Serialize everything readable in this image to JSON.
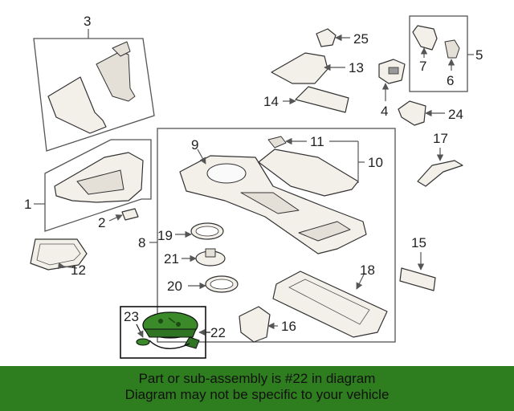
{
  "callouts": {
    "c1": "1",
    "c2": "2",
    "c3": "3",
    "c4": "4",
    "c5": "5",
    "c6": "6",
    "c7": "7",
    "c8": "8",
    "c9": "9",
    "c10": "10",
    "c11": "11",
    "c12": "12",
    "c13": "13",
    "c14": "14",
    "c15": "15",
    "c16": "16",
    "c17": "17",
    "c18": "18",
    "c19": "19",
    "c20": "20",
    "c21": "21",
    "c22": "22",
    "c23": "23",
    "c24": "24",
    "c25": "25"
  },
  "highlight_color": "#3a8a2a",
  "banner": {
    "line1": "Part or sub-assembly is #22 in diagram",
    "line2": "Diagram may not be specific to your vehicle",
    "color": "#2e7d1e"
  }
}
